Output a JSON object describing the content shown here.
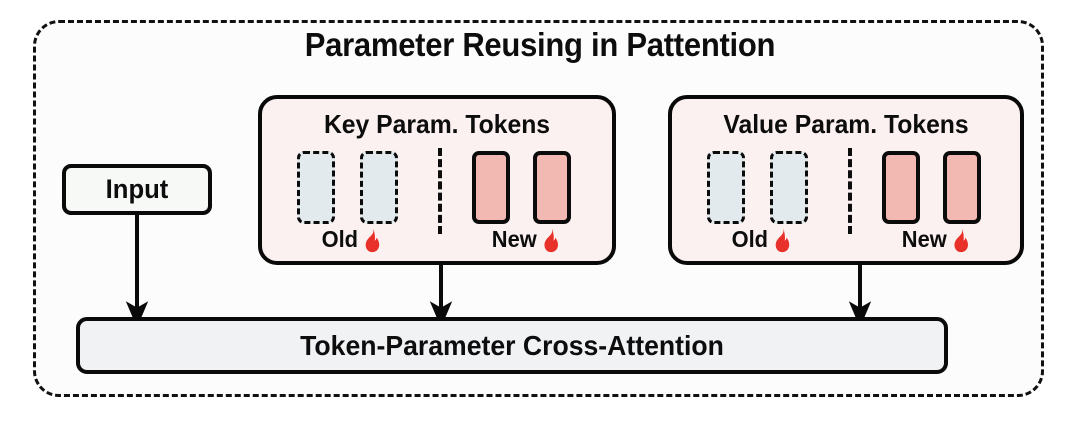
{
  "figure": {
    "title": "Parameter Reusing in Pattention",
    "frame": {
      "style": "dashed-rounded-rectangle"
    },
    "colors": {
      "old_token_fill": "#e3eaee",
      "new_token_fill": "#f2b9b3",
      "panel_fill": "#fbf1f0",
      "bar_fill": "#f1f2f4",
      "input_fill": "#f7f9f7",
      "stroke": "#0a0a0a",
      "flame": "#e8312a"
    }
  },
  "input_node": {
    "label": "Input"
  },
  "panels": [
    {
      "id": "key",
      "heading": "Key Param. Tokens",
      "old_label": "Old",
      "new_label": "New",
      "old_icon": "flame-icon",
      "new_icon": "flame-icon",
      "old_token_count": 2,
      "new_token_count": 2,
      "divider": "dashed-vertical"
    },
    {
      "id": "value",
      "heading": "Value Param. Tokens",
      "old_label": "Old",
      "new_label": "New",
      "old_icon": "flame-icon",
      "new_icon": "flame-icon",
      "old_token_count": 2,
      "new_token_count": 2,
      "divider": "dashed-vertical"
    }
  ],
  "cross_attention": {
    "label": "Token-Parameter Cross-Attention"
  },
  "arrows": [
    {
      "name": "input-to-cross-attention",
      "from": "Input",
      "to": "Token-Parameter Cross-Attention"
    },
    {
      "name": "key-to-cross-attention",
      "from": "Key Param. Tokens",
      "to": "Token-Parameter Cross-Attention"
    },
    {
      "name": "value-to-cross-attention",
      "from": "Value Param. Tokens",
      "to": "Token-Parameter Cross-Attention"
    }
  ]
}
